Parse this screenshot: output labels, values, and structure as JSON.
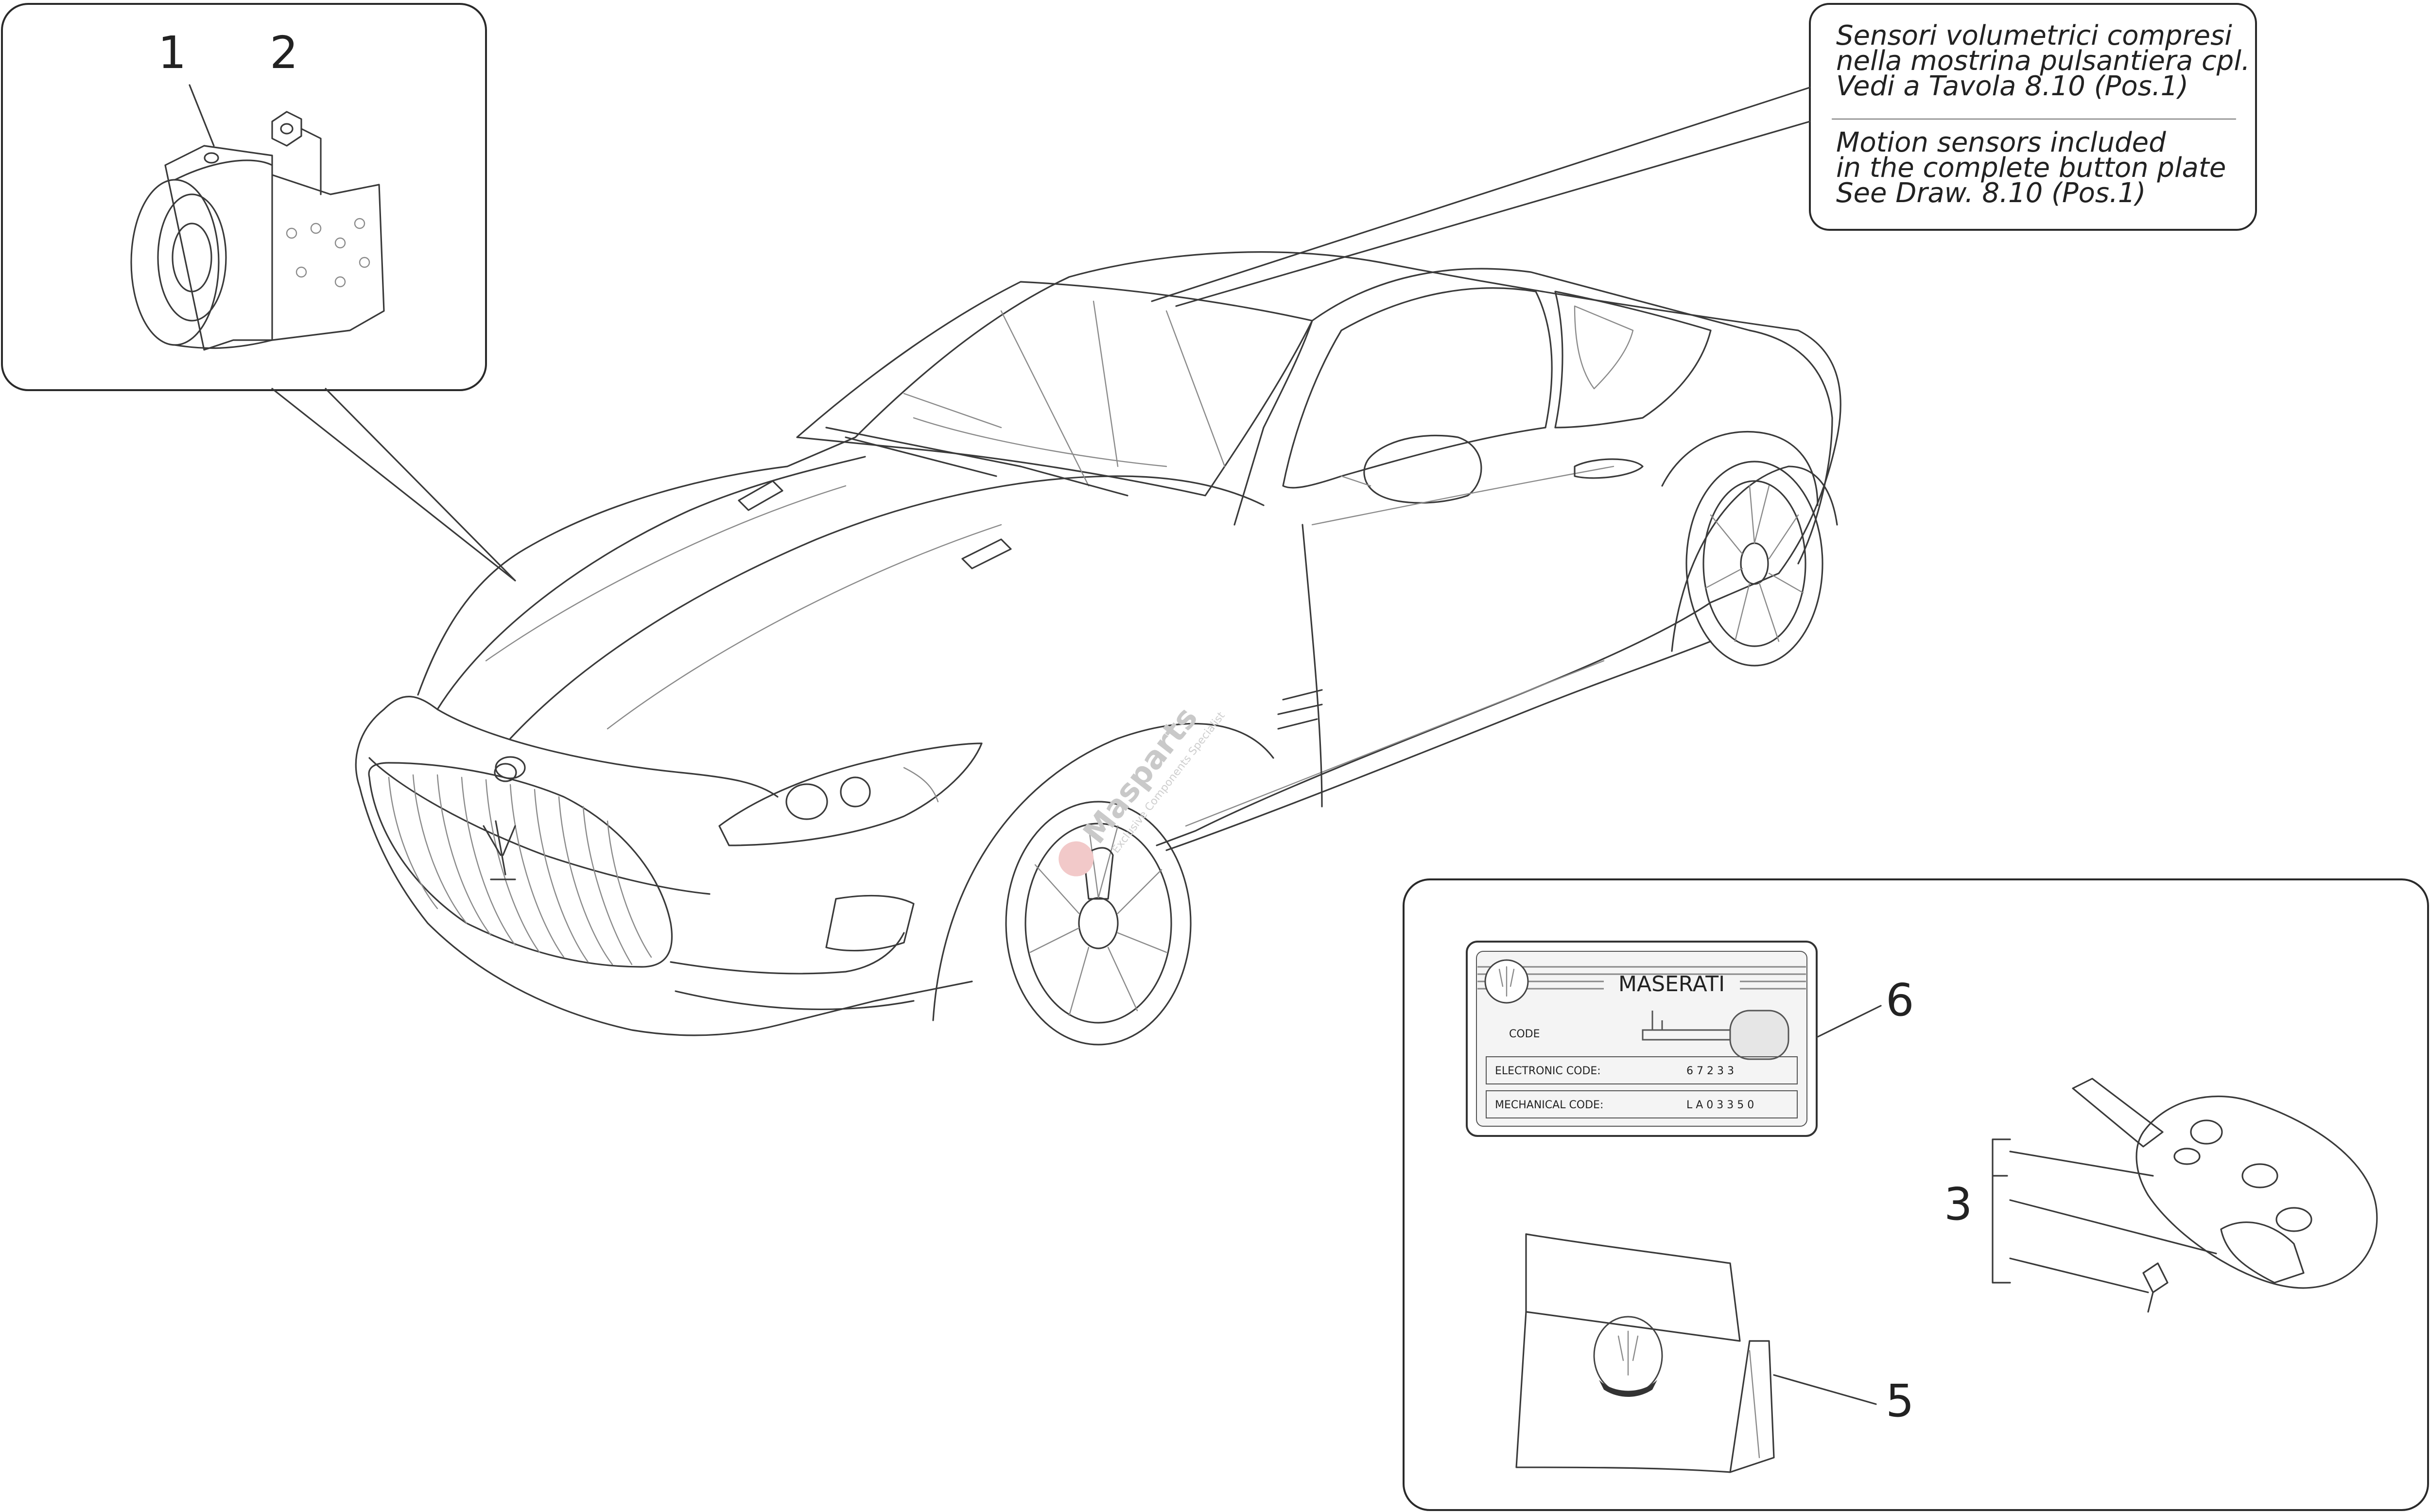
{
  "callouts": {
    "c1": "1",
    "c2": "2",
    "c3": "3",
    "c5": "5",
    "c6": "6"
  },
  "note": {
    "it_line1": "Sensori volumetrici compresi",
    "it_line2": "nella mostrina pulsantiera cpl.",
    "it_line3": "Vedi a Tavola 8.10 (Pos.1)",
    "en_line1": "Motion sensors included",
    "en_line2": "in the complete button plate",
    "en_line3": "See Draw. 8.10 (Pos.1)"
  },
  "code_card": {
    "brand": "MASERATI",
    "code_label": "CODE",
    "electronic_label": "ELECTRONIC CODE:",
    "electronic_value": "6 7 2 3 3",
    "mechanical_label": "MECHANICAL CODE:",
    "mechanical_value": "L A 0 3 3 5 0"
  },
  "watermark": {
    "main": "Masparts",
    "sub": "Exclusive Components Specialist"
  }
}
